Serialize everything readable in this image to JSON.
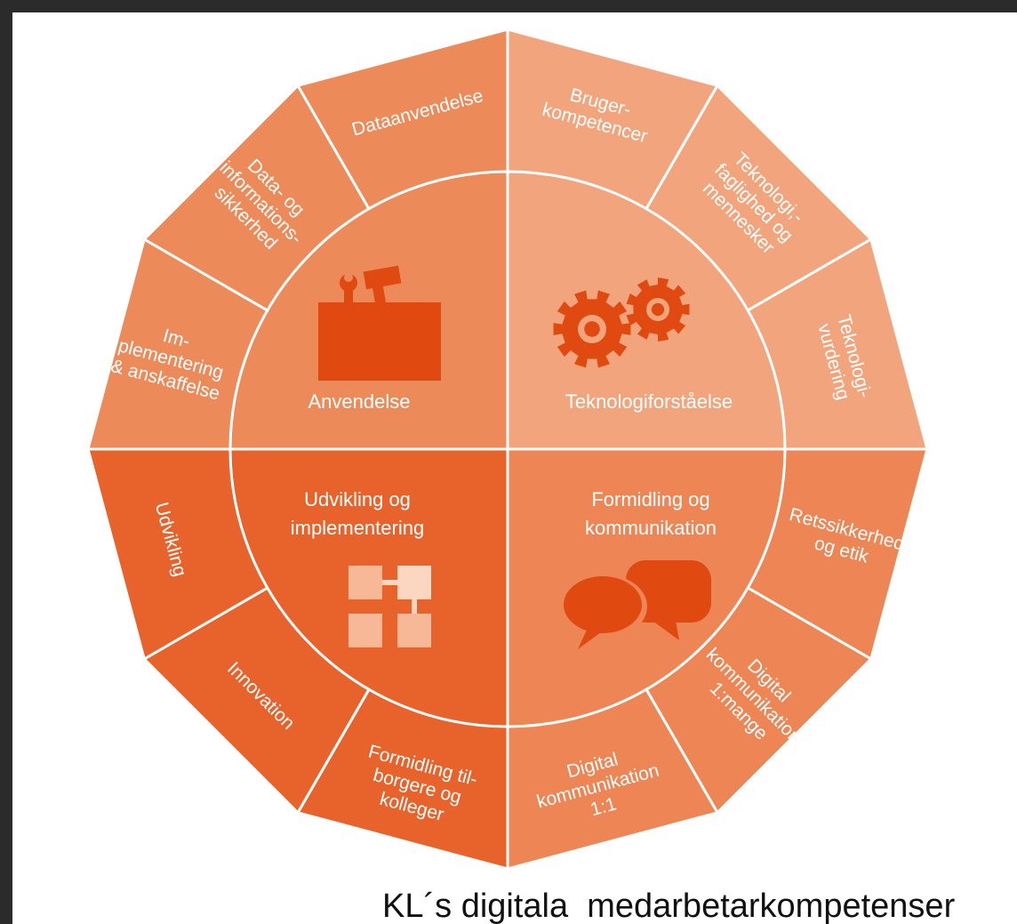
{
  "colors": {
    "quad_top_left": "#ec8a5a",
    "quad_top_right": "#f2a57d",
    "quad_bottom_left": "#e8622c",
    "quad_bottom_right": "#ee8555",
    "icon_dark": "#e04a10",
    "icon_light": "#f7b898",
    "icon_pale": "#fbd7c2",
    "separator": "#ffffff"
  },
  "quadrants": [
    {
      "id": "top-left",
      "label": "Anvendelse",
      "icon": "toolbox-icon"
    },
    {
      "id": "top-right",
      "label": "Teknologiforståelse",
      "icon": "gears-icon"
    },
    {
      "id": "bottom-left",
      "label_lines": [
        "Udvikling og",
        "implementering"
      ],
      "icon": "puzzle-blocks-icon"
    },
    {
      "id": "bottom-right",
      "label_lines": [
        "Formidling og",
        "kommunikation"
      ],
      "icon": "speech-bubbles-icon"
    }
  ],
  "segments": [
    {
      "lines": [
        "Bruger-",
        "kompetencer"
      ]
    },
    {
      "lines": [
        "Teknologi,-",
        "faglighed og",
        "mennesker"
      ]
    },
    {
      "lines": [
        "Teknologi-",
        "vurdering"
      ]
    },
    {
      "lines": [
        "Retssikkerhed",
        "og etik"
      ]
    },
    {
      "lines": [
        "Digital",
        "kommunikation",
        "1:mange"
      ]
    },
    {
      "lines": [
        "Digital",
        "kommunikation",
        "1:1"
      ]
    },
    {
      "lines": [
        "Formidling til-",
        "borgere og",
        "kolleger"
      ]
    },
    {
      "lines": [
        "Innovation"
      ]
    },
    {
      "lines": [
        "Udvikling"
      ]
    },
    {
      "lines": [
        "Im-",
        "plementering",
        "& anskaffelse"
      ]
    },
    {
      "lines": [
        "Data- og",
        "informations-",
        "sikkerhed"
      ]
    },
    {
      "lines": [
        "Dataanvendelse"
      ]
    }
  ],
  "caption": "KL´s digitala  medarbetarkompetenser"
}
